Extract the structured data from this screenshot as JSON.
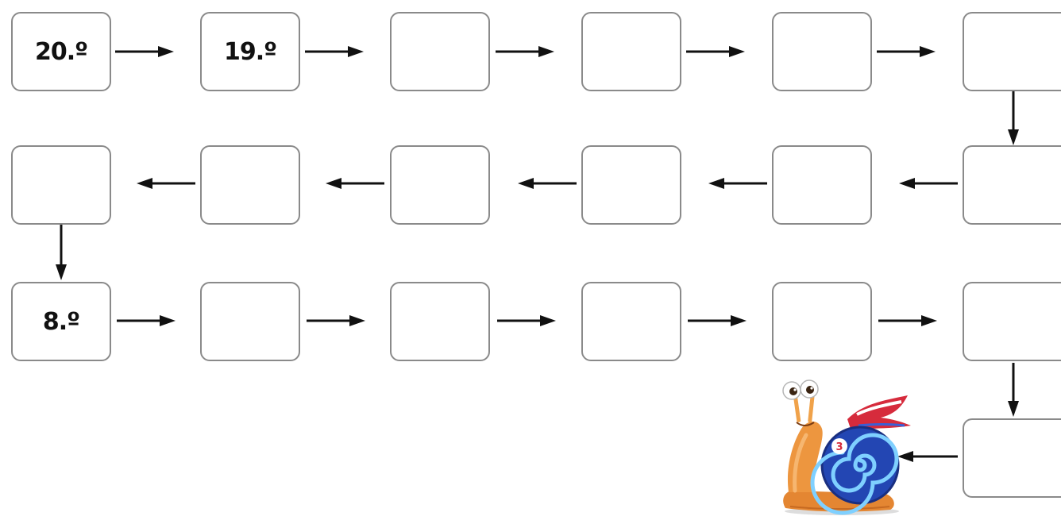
{
  "sequence": {
    "row1": [
      "20.º",
      "19.º",
      "",
      "",
      "",
      ""
    ],
    "row2": [
      "",
      "",
      "",
      "",
      "",
      ""
    ],
    "row3": [
      "8.º",
      "",
      "",
      "",
      "",
      ""
    ],
    "row4": [
      ""
    ]
  },
  "colors": {
    "box_border": "#8a8a8a",
    "arrow": "#111111",
    "snail_body": "#e9903a",
    "snail_shell": "#2346b3",
    "snail_ribbon": "#d62b3c"
  },
  "icons": [
    "right-arrow-icon",
    "left-arrow-icon",
    "down-arrow-icon",
    "snail-mascot-icon"
  ]
}
